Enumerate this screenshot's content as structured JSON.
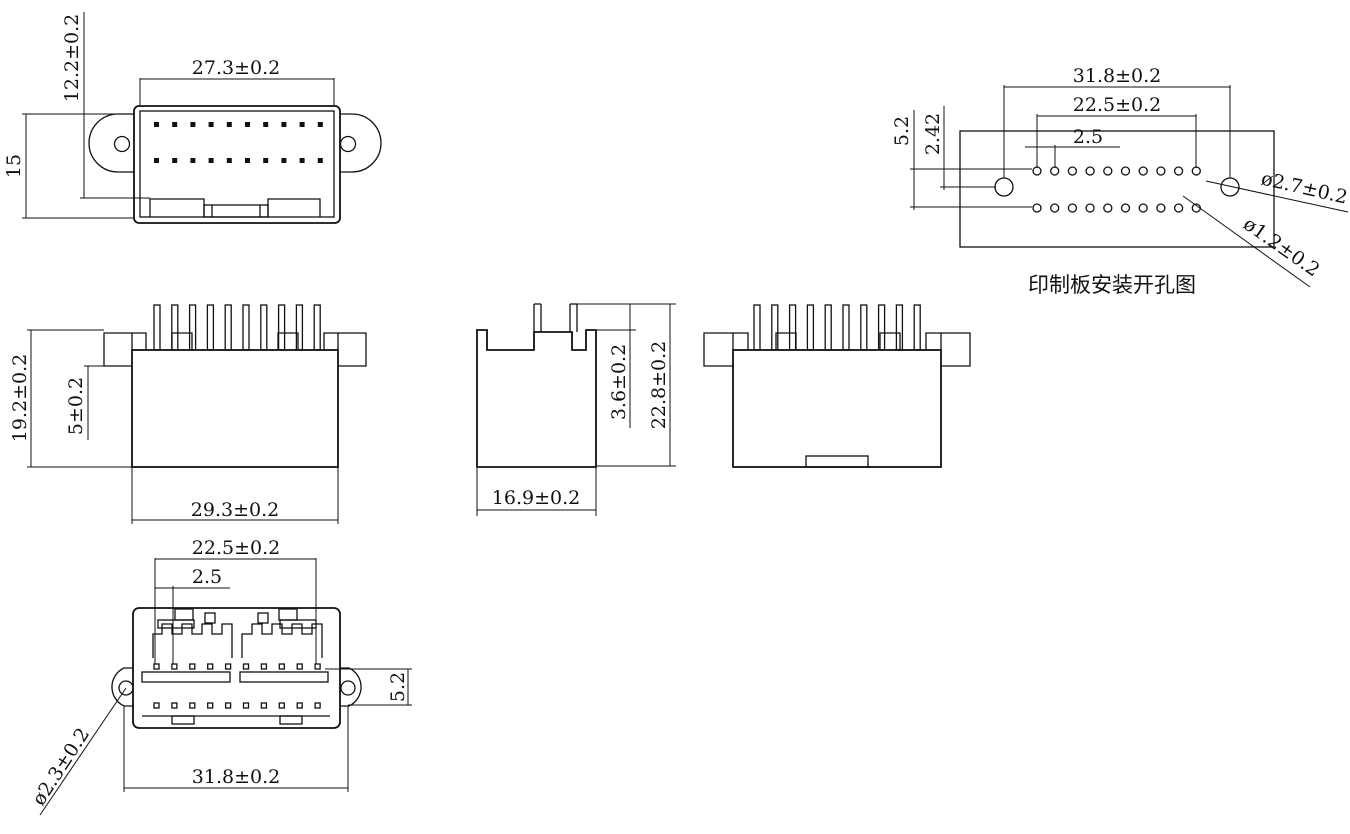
{
  "top_view": {
    "width": "27.3±0.2",
    "depth": "12.2±0.2",
    "height": "15"
  },
  "front_view": {
    "total_height": "19.2±0.2",
    "pin_length": "5±0.2",
    "body_width": "29.3±0.2"
  },
  "side_view": {
    "pin_height": "3.6±0.2",
    "total_height": "22.8±0.2",
    "depth": "16.9±0.2"
  },
  "bottom_view": {
    "pin_span": "22.5±0.2",
    "pitch": "2.5",
    "mount_span": "31.8±0.2",
    "row_offset": "5.2",
    "hole_dia": "ø2.3±0.2"
  },
  "pcb_layout": {
    "mount_span": "31.8±0.2",
    "pin_span": "22.5±0.2",
    "pitch": "2.5",
    "row_spacing": "5.2",
    "row_offset": "2.42",
    "mount_hole_dia": "ø2.7±0.2",
    "pin_hole_dia": "ø1.2±0.2",
    "caption": "印制板安装开孔图"
  }
}
